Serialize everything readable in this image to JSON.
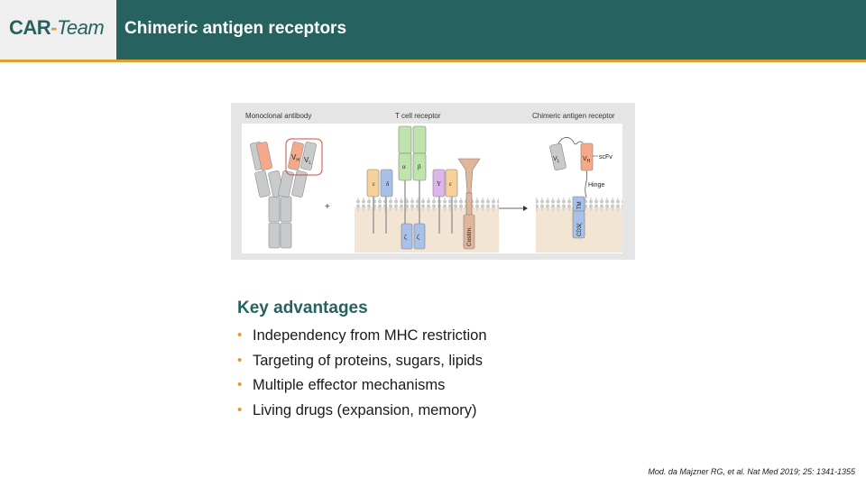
{
  "header": {
    "logo": {
      "part1": "CAR",
      "dash": "-",
      "part2": "Team"
    },
    "title": "Chimeric antigen receptors"
  },
  "figure": {
    "labels": {
      "mab": "Monoclonal antibody",
      "tcr": "T cell receptor",
      "car": "Chimeric antigen receptor",
      "vh": "V",
      "vl": "V",
      "sub_h": "H",
      "sub_l": "L",
      "plus": "+",
      "epsilon": "ε",
      "delta": "δ",
      "alpha": "α",
      "beta": "β",
      "gamma": "Υ",
      "zeta": "ζ",
      "costim": "Costim.",
      "scfv": "scFv",
      "hinge": "Hinge",
      "tm": "TM",
      "cd3z": "CD3ζ"
    }
  },
  "advantages": {
    "title": "Key advantages",
    "items": [
      "Independency from MHC restriction",
      "Targeting of proteins, sugars, lipids",
      "Multiple effector mechanisms",
      "Living drugs (expansion, memory)"
    ]
  },
  "citation": "Mod. da Majzner RG, et al. Nat Med 2019; 25: 1341-1355",
  "colors": {
    "header_bg": "#26625f",
    "accent": "#e8962b",
    "vh": "#f4a98a",
    "grey_domain": "#c9cacc",
    "tcr_green": "#bfe3ad",
    "blue_domain": "#a9c1e8",
    "costim": "#e0b59a"
  }
}
